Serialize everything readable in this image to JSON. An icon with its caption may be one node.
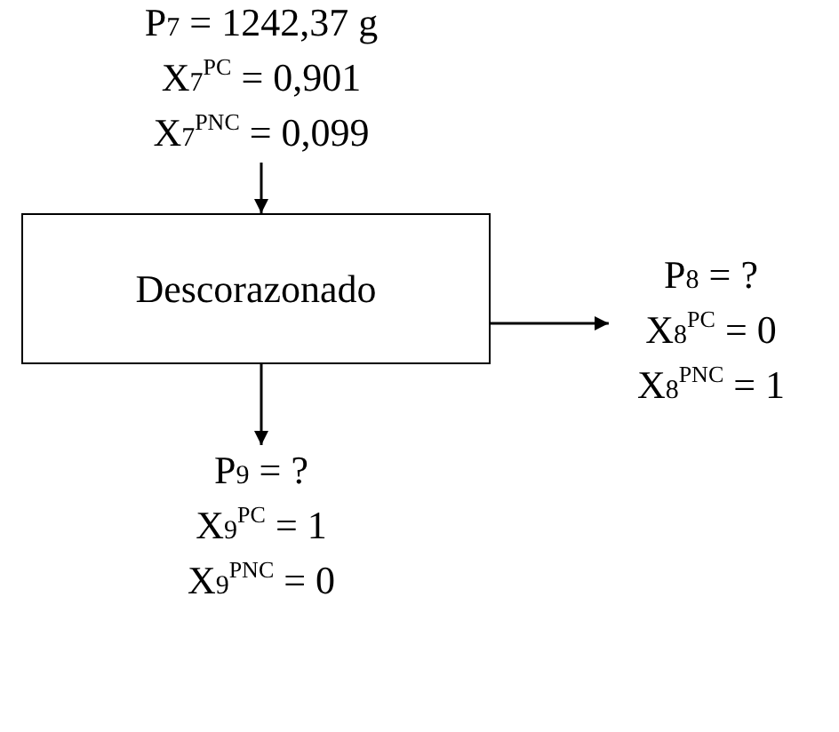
{
  "diagram": {
    "nodes": [
      {
        "text": [
          "P$_{7}$ = 1242,37 g",
          "X$_{7}$$^{PC}$ = 0,901",
          "X$_{7}$$^{PNC}$ = 0,099"
        ]
      },
      {
        "text": [
          "Descorazonado"
        ]
      },
      {
        "text": [
          "P$_{8}$ = ?",
          "X$_{8}$$^{PC}$ = 0",
          "X$_{8}$$^{PNC}$ = 1"
        ]
      },
      {
        "text": [
          "P$_{9}$ = ?",
          "X$_{9}$$^{PC}$ = 1",
          "X$_{9}$$^{PNC}$ = 0"
        ]
      }
    ],
    "edges": [
      {
        "from": 0,
        "to": 1,
        "arrow": "to"
      },
      {
        "from": 1,
        "to": 2,
        "arrow": "to"
      },
      {
        "from": 1,
        "to": 3,
        "arrow": "to"
      }
    ]
  }
}
